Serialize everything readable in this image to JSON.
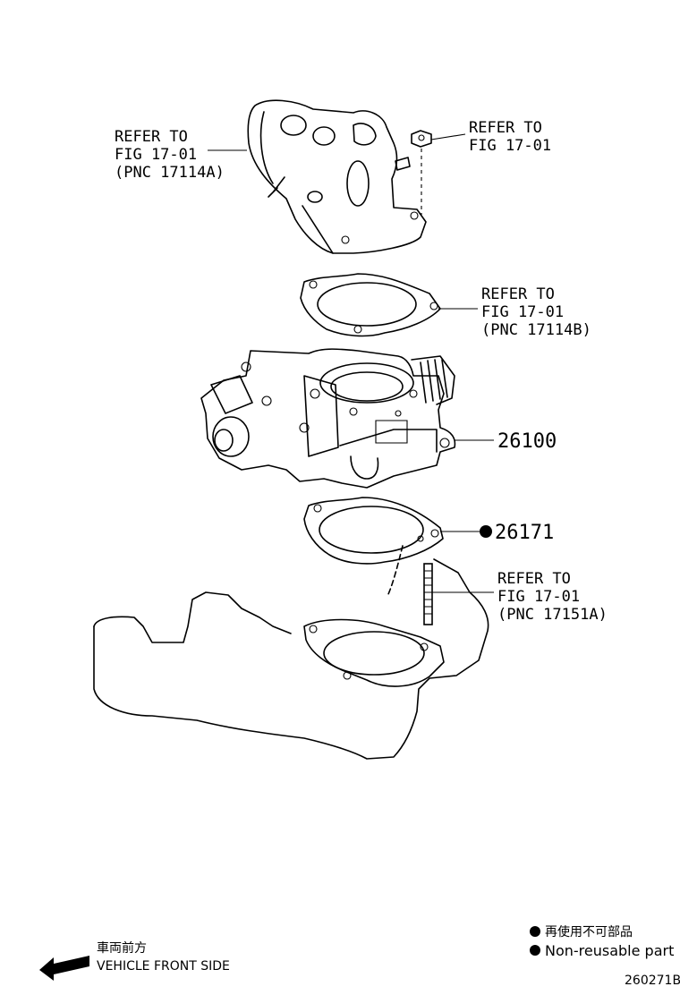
{
  "callouts": {
    "top_left": {
      "line1": "REFER TO",
      "line2": "FIG  17-01",
      "line3": "(PNC 17114A)"
    },
    "top_right": {
      "line1": "REFER TO",
      "line2": "FIG  17-01"
    },
    "gasket_upper": {
      "line1": "REFER TO",
      "line2": "FIG  17-01",
      "line3": "(PNC 17114B)"
    },
    "stud": {
      "line1": "REFER TO",
      "line2": "FIG  17-01",
      "line3": "(PNC 17151A)"
    }
  },
  "part_numbers": {
    "throttle_body": "26100",
    "gasket_lower": "26171"
  },
  "legend": {
    "jp": "再使用不可部品",
    "en": "Non-reusable part"
  },
  "direction": {
    "jp": "車両前方",
    "en": "VEHICLE FRONT SIDE"
  },
  "figure_id": "260271B"
}
